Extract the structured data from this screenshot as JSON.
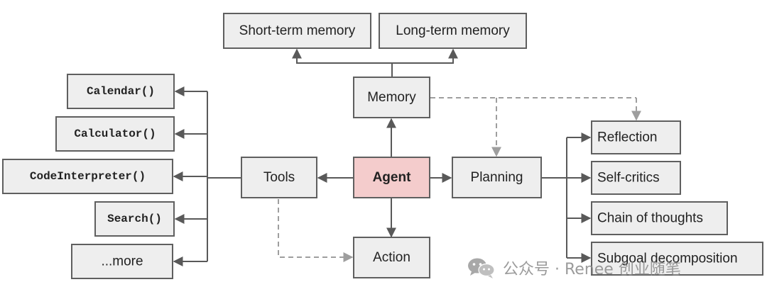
{
  "nodes": [
    {
      "id": "short_term_memory",
      "label": "Short-term memory",
      "mono": false
    },
    {
      "id": "long_term_memory",
      "label": "Long-term memory",
      "mono": false
    },
    {
      "id": "memory",
      "label": "Memory",
      "mono": false
    },
    {
      "id": "calendar",
      "label": "Calendar()",
      "mono": true
    },
    {
      "id": "calculator",
      "label": "Calculator()",
      "mono": true
    },
    {
      "id": "code_interpreter",
      "label": "CodeInterpreter()",
      "mono": true
    },
    {
      "id": "search",
      "label": "Search()",
      "mono": true
    },
    {
      "id": "more",
      "label": "...more",
      "mono": false
    },
    {
      "id": "tools",
      "label": "Tools",
      "mono": false
    },
    {
      "id": "agent",
      "label": "Agent",
      "mono": false,
      "highlight": true
    },
    {
      "id": "planning",
      "label": "Planning",
      "mono": false
    },
    {
      "id": "action",
      "label": "Action",
      "mono": false
    },
    {
      "id": "reflection",
      "label": "Reflection",
      "mono": false
    },
    {
      "id": "self_critics",
      "label": "Self-critics",
      "mono": false
    },
    {
      "id": "chain_of_thoughts",
      "label": "Chain of thoughts",
      "mono": false
    },
    {
      "id": "subgoal_decomposition",
      "label": "Subgoal decomposition",
      "mono": false
    }
  ],
  "edges": [
    {
      "from": "memory",
      "to": "short_term_memory",
      "style": "solid"
    },
    {
      "from": "memory",
      "to": "long_term_memory",
      "style": "solid"
    },
    {
      "from": "agent",
      "to": "memory",
      "style": "solid"
    },
    {
      "from": "agent",
      "to": "tools",
      "style": "solid"
    },
    {
      "from": "agent",
      "to": "planning",
      "style": "solid"
    },
    {
      "from": "agent",
      "to": "action",
      "style": "solid"
    },
    {
      "from": "tools",
      "to": "calendar",
      "style": "solid"
    },
    {
      "from": "tools",
      "to": "calculator",
      "style": "solid"
    },
    {
      "from": "tools",
      "to": "code_interpreter",
      "style": "solid"
    },
    {
      "from": "tools",
      "to": "search",
      "style": "solid"
    },
    {
      "from": "tools",
      "to": "more",
      "style": "solid"
    },
    {
      "from": "planning",
      "to": "reflection",
      "style": "solid"
    },
    {
      "from": "planning",
      "to": "self_critics",
      "style": "solid"
    },
    {
      "from": "planning",
      "to": "chain_of_thoughts",
      "style": "solid"
    },
    {
      "from": "planning",
      "to": "subgoal_decomposition",
      "style": "solid"
    },
    {
      "from": "memory",
      "to": "planning",
      "style": "dashed"
    },
    {
      "from": "memory",
      "to": "reflection",
      "style": "dashed"
    },
    {
      "from": "tools",
      "to": "action",
      "style": "dashed"
    }
  ],
  "colors": {
    "box_fill": "#eeeeee",
    "box_stroke": "#5f5f5f",
    "agent_fill": "#f4cccc",
    "edge": "#595959",
    "dashed_edge": "#9e9e9e"
  },
  "watermark": {
    "icon": "wechat-icon",
    "text": "公众号 · Renee 创业随笔"
  }
}
